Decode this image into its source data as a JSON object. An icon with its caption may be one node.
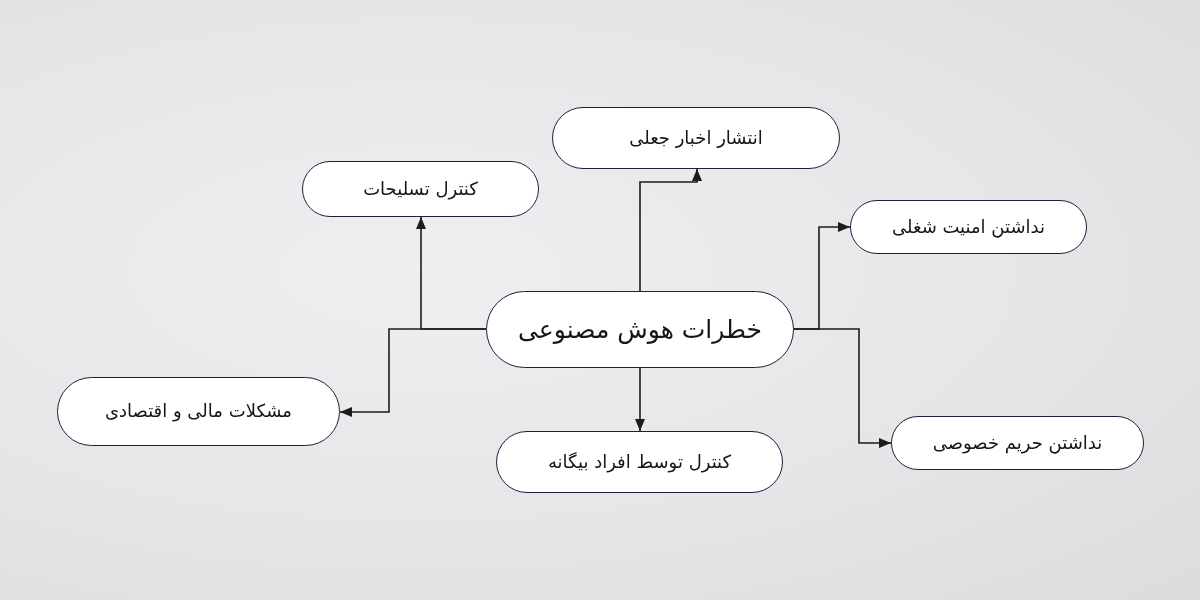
{
  "diagram": {
    "nodes": [
      {
        "text": [
          "خطرات هوش مصنوعی"
        ]
      },
      {
        "text": [
          "انتشار اخبار جعلی"
        ]
      },
      {
        "text": [
          "کنترل تسلیحات"
        ]
      },
      {
        "text": [
          "نداشتن امنیت شغلی"
        ]
      },
      {
        "text": [
          "مشکلات مالی و اقتصادی"
        ]
      },
      {
        "text": [
          "نداشتن حریم خصوصی"
        ]
      },
      {
        "text": [
          "کنترل توسط افراد بیگانه"
        ]
      }
    ],
    "edges": [
      {
        "from": 0,
        "to": 1,
        "arrow": "to"
      },
      {
        "from": 0,
        "to": 2,
        "arrow": "to"
      },
      {
        "from": 0,
        "to": 3,
        "arrow": "to"
      },
      {
        "from": 0,
        "to": 4,
        "arrow": "to"
      },
      {
        "from": 0,
        "to": 5,
        "arrow": "to"
      },
      {
        "from": 0,
        "to": 6,
        "arrow": "to"
      }
    ]
  }
}
